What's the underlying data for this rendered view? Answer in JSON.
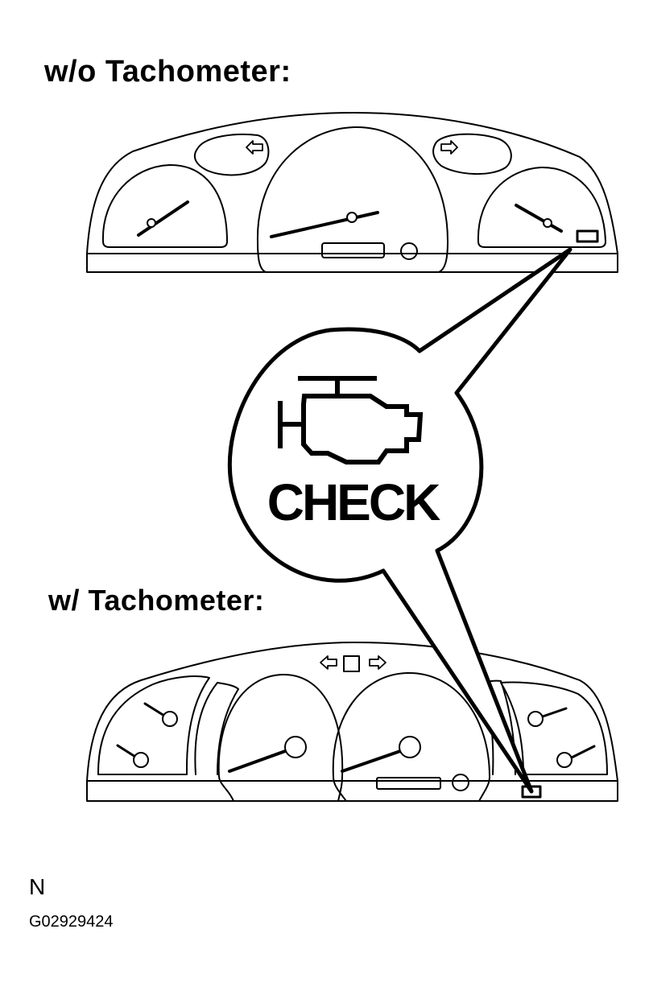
{
  "headings": {
    "without_tach": "w/o Tachometer:",
    "with_tach": "w/ Tachometer:"
  },
  "callout": {
    "label": "CHECK",
    "icon": "check-engine-icon"
  },
  "footer": {
    "letter": "N",
    "code": "G02929424"
  },
  "colors": {
    "line": "#000000",
    "background": "#ffffff"
  }
}
